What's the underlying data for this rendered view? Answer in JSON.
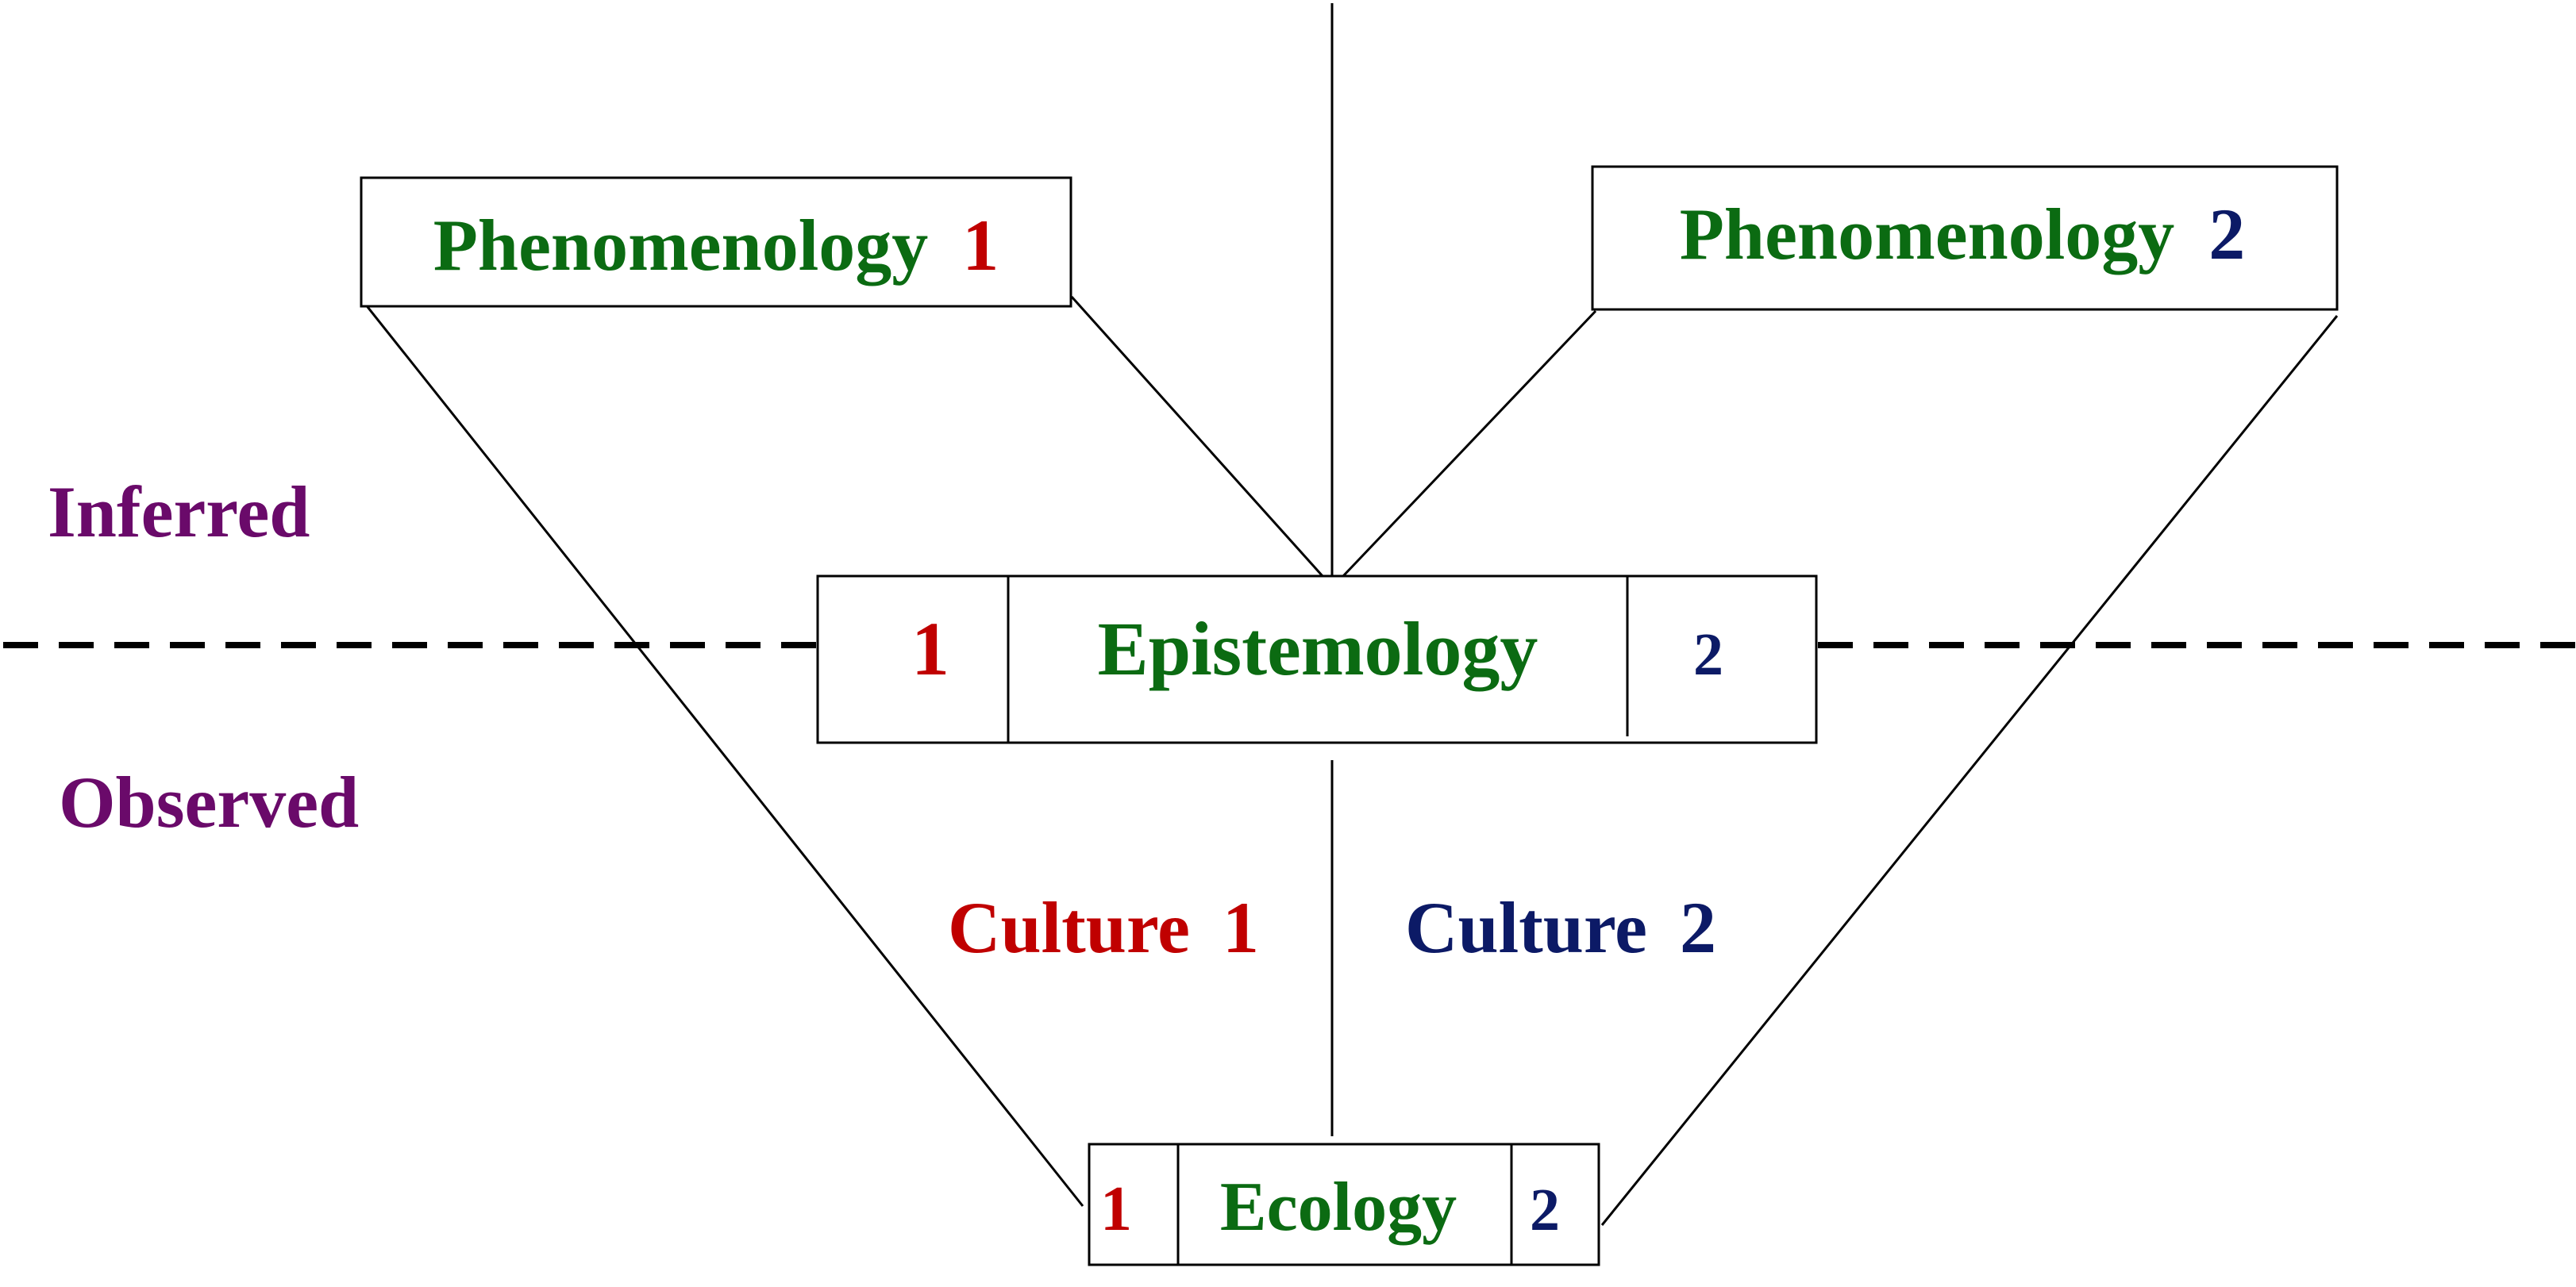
{
  "colors": {
    "green": "#0b6b12",
    "red": "#c00000",
    "navy": "#0c1a66",
    "purple": "#6a0a6a",
    "line": "#000000"
  },
  "labels": {
    "inferred": "Inferred",
    "observed": "Observed"
  },
  "phenomenology_1": {
    "name": "Phenomenology",
    "number": "1"
  },
  "phenomenology_2": {
    "name": "Phenomenology",
    "number": "2"
  },
  "epistemology": {
    "left": "1",
    "name": "Epistemology",
    "right": "2"
  },
  "culture_1": {
    "name": "Culture",
    "number": "1"
  },
  "culture_2": {
    "name": "Culture",
    "number": "2"
  },
  "ecology": {
    "left": "1",
    "name": "Ecology",
    "right": "2"
  }
}
